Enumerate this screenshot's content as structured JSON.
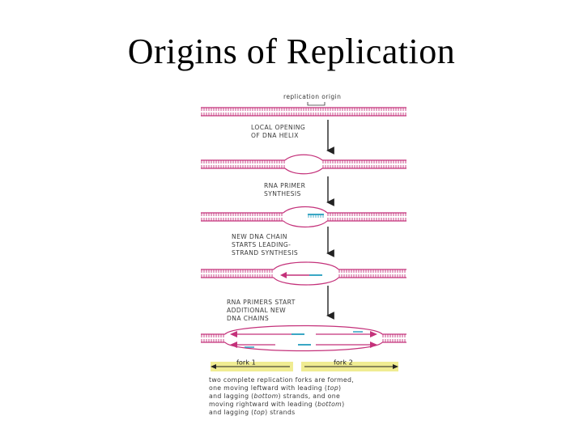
{
  "title": "Origins of Replication",
  "colors": {
    "dna": "#c4317a",
    "primer": "#3aa7c4",
    "arrow": "#222222",
    "fork_box": "#f0ec92",
    "caption": "#3a3a3a"
  },
  "diagram": {
    "origin_label": "replication origin",
    "steps": [
      {
        "line1": "LOCAL OPENING",
        "line2": "OF DNA HELIX",
        "line3": ""
      },
      {
        "line1": "RNA PRIMER",
        "line2": "SYNTHESIS",
        "line3": ""
      },
      {
        "line1": "NEW DNA CHAIN",
        "line2": "STARTS LEADING-",
        "line3": "STRAND SYNTHESIS"
      },
      {
        "line1": "RNA PRIMERS START",
        "line2": "ADDITIONAL NEW",
        "line3": "DNA CHAINS"
      }
    ],
    "fork1_label": "fork 1",
    "fork2_label": "fork 2",
    "caption": {
      "line1": "two complete replication forks are formed,",
      "line2_pre": "one moving leftward with leading (",
      "line2_em": "top",
      "line2_post": ")",
      "line3_pre": "and lagging (",
      "line3_em": "bottom",
      "line3_post": ") strands, and one",
      "line4_pre": "moving rightward with leading (",
      "line4_em": "bottom",
      "line4_post": ")",
      "line5_pre": "and lagging (",
      "line5_em": "top",
      "line5_post": ") strands"
    }
  }
}
